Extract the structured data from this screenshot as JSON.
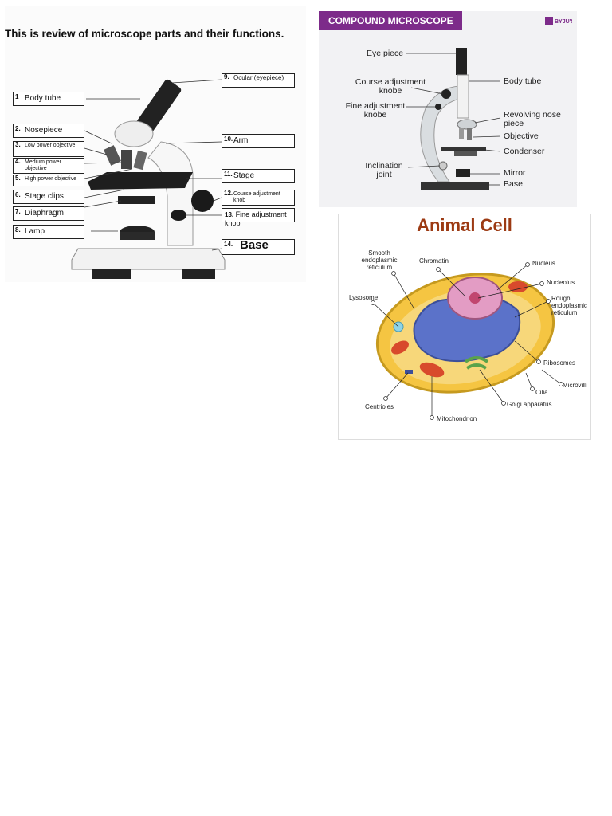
{
  "review": {
    "title": "This is  review of microscope parts and their functions.",
    "labels": [
      {
        "num": "1",
        "text": "Body tube"
      },
      {
        "num": "2.",
        "text": "Nosepiece"
      },
      {
        "num": "3.",
        "text": "Low power objective"
      },
      {
        "num": "4.",
        "text": "Medium power objective"
      },
      {
        "num": "5.",
        "text": "High power objective"
      },
      {
        "num": "6.",
        "text": "Stage clips"
      },
      {
        "num": "7.",
        "text": "Diaphragm"
      },
      {
        "num": "8.",
        "text": "Lamp"
      },
      {
        "num": "9.",
        "text": "Ocular (eyepiece)"
      },
      {
        "num": "10.",
        "text": "Arm"
      },
      {
        "num": "11.",
        "text": "Stage"
      },
      {
        "num": "12.",
        "text": "Course adjustment knob"
      },
      {
        "num": "13.",
        "text": "Fine adjustment knob"
      },
      {
        "num": "14.",
        "text": "Base"
      }
    ]
  },
  "compound": {
    "header": "COMPOUND MICROSCOPE",
    "logo": "BYJU'S",
    "labels": {
      "eye_piece": "Eye piece",
      "course_adj": "Course adjustment knobe",
      "fine_adj": "Fine adjustment knobe",
      "inclination": "Inclination joint",
      "body_tube": "Body tube",
      "nose_piece": "Revolving nose piece",
      "objective": "Objective",
      "condenser": "Condenser",
      "mirror": "Mirror",
      "base": "Base"
    }
  },
  "cell": {
    "title": "Animal Cell",
    "labels": {
      "smooth_er": "Smooth endoplasmic reticulum",
      "chromatin": "Chromatin",
      "nucleus": "Nucleus",
      "nucleolus": "Nucleolus",
      "rough_er": "Rough endoplasmic reticulum",
      "lysosome": "Lysosome",
      "ribosomes": "Ribosomes",
      "microvilli": "Microvilli",
      "cilia": "Cilia",
      "golgi": "Golgi apparatus",
      "centrioles": "Centrioles",
      "mitochondrion": "Mitochondrion"
    }
  },
  "colors": {
    "header_purple": "#7d2b8a",
    "cell_title": "#9c3a13"
  }
}
